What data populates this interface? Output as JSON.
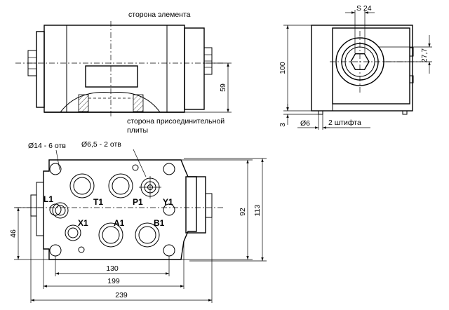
{
  "labels": {
    "element_side": "сторона элемента",
    "mount_side_line1": "сторона присоединительной",
    "mount_side_line2": "плиты",
    "holes_14": "Ø14 - 6 отв",
    "holes_6_5": "Ø6,5 - 2 отв",
    "pins": "2 штифта"
  },
  "ports": {
    "L1": "L1",
    "T1": "T1",
    "P1": "P1",
    "Y1": "Y1",
    "X1": "X1",
    "A1": "A1",
    "B1": "B1"
  },
  "dimensions": {
    "d59": "59",
    "s24": "S 24",
    "d100": "100",
    "d27_7": "27,7",
    "d3": "3",
    "dia6": "Ø6",
    "d46": "46",
    "d92": "92",
    "d113": "113",
    "d130": "130",
    "d199": "199",
    "d239": "239"
  }
}
